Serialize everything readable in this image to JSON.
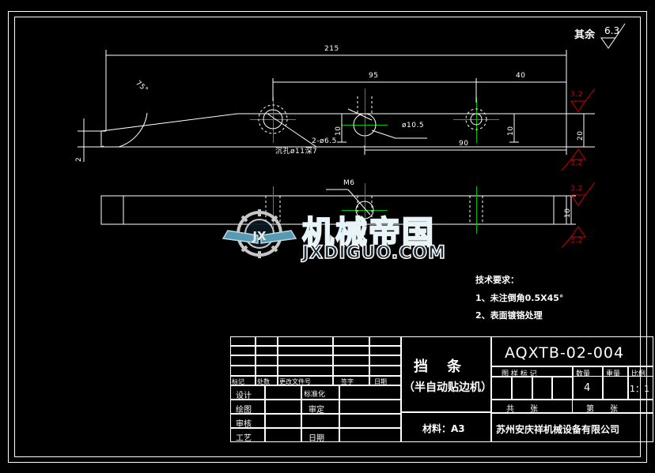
{
  "drawing": {
    "surface_note": {
      "label": "其余",
      "value": "6.3"
    },
    "dimensions": {
      "overall_length": "215",
      "dim_95": "95",
      "dim_40": "40",
      "dim_90": "90",
      "height_20": "20",
      "thickness_2": "2",
      "edge_10_a": "10",
      "edge_10_b": "10",
      "side_height_10": "10",
      "angle": "75°"
    },
    "callouts": {
      "counterbore_hole": "2-ø6.5",
      "counterbore_note": "沉孔ø11深7",
      "center_hole": "ø10.5",
      "thread": "M6"
    },
    "roughness_marks": [
      "3.2",
      "3.2",
      "3.2",
      "3.2"
    ]
  },
  "tech_req": {
    "title": "技术要求：",
    "items": [
      "1、未注倒角0.5X45°",
      "2、表面镀铬处理"
    ]
  },
  "title_block": {
    "revision_headers": [
      "标记",
      "处数",
      "更改文件号",
      "签字",
      "日期"
    ],
    "roles": {
      "design": "设计",
      "draw": "绘图",
      "check": "审核",
      "process": "工艺",
      "standardize": "标准化",
      "approve": "审定",
      "date": "日期"
    },
    "part_name": "挡　条",
    "machine_name": "（半自动贴边机）",
    "material": "材料：A3",
    "drawing_number": "AQXTB-02-004",
    "spec_headers": [
      "图 样 标 记",
      "数量",
      "重量",
      "比例"
    ],
    "quantity": "4",
    "weight": "",
    "scale": "1：1",
    "sheet_total": "共　　张",
    "sheet_index": "第　　张",
    "company": "苏州安庆祥机械设备有限公司"
  },
  "watermark": {
    "logo_text": "JX",
    "cn_text": "机械帝国",
    "url_text": "JXDIGUO.COM"
  },
  "colors": {
    "background": "#000000",
    "line": "#ffffff",
    "center_line": "#00c000",
    "roughness": "#cc0000",
    "watermark_cn": "#3fa9c9"
  }
}
